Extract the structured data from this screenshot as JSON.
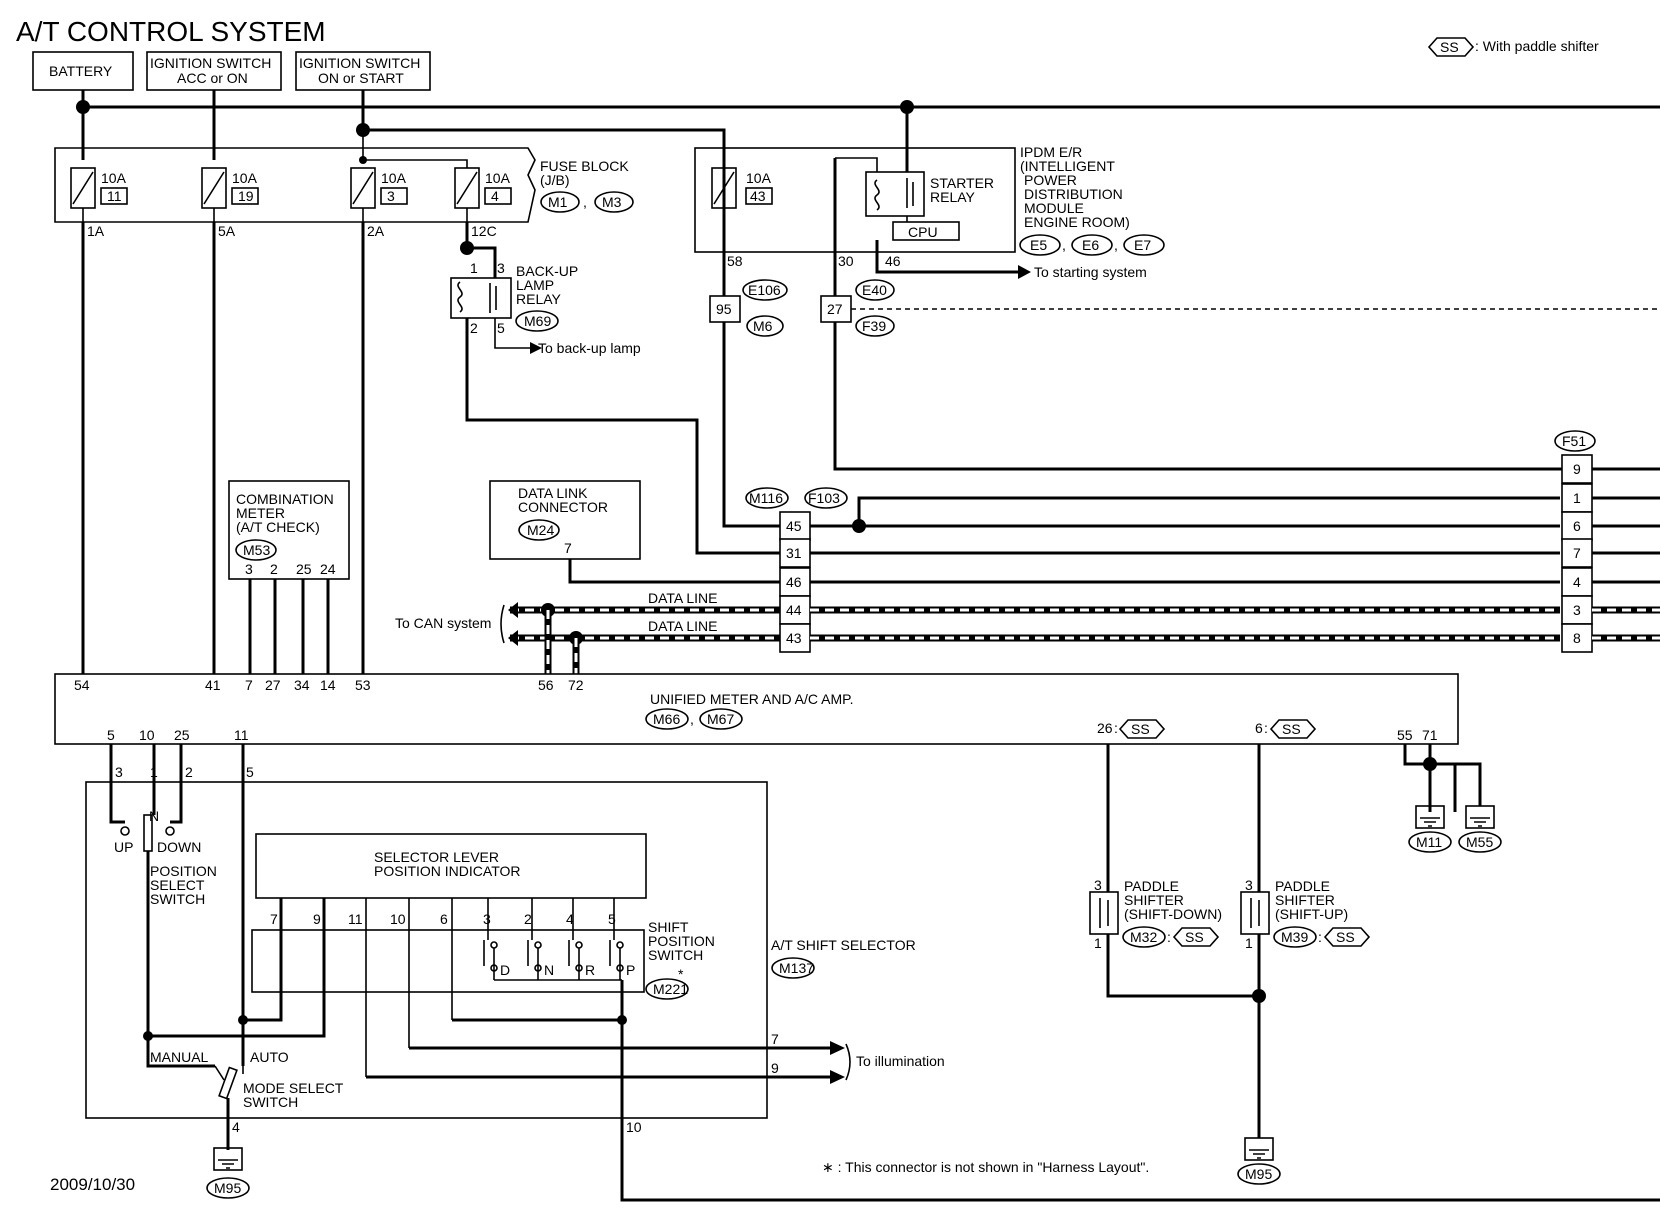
{
  "title": "A/T CONTROL SYSTEM",
  "legend": {
    "tag": "SS",
    "text": ": With paddle shifter"
  },
  "sources": {
    "battery": "BATTERY",
    "ign_acc_l1": "IGNITION SWITCH",
    "ign_acc_l2": "ACC or ON",
    "ign_on_l1": "IGNITION SWITCH",
    "ign_on_l2": "ON or START"
  },
  "fuse_block": {
    "l1": "FUSE BLOCK",
    "l2": "(J/B)",
    "conn1": "M1",
    "conn2": "M3",
    "fuses": [
      {
        "amp": "10A",
        "num": "11",
        "out": "1A"
      },
      {
        "amp": "10A",
        "num": "19",
        "out": "5A"
      },
      {
        "amp": "10A",
        "num": "3",
        "out": "2A"
      },
      {
        "amp": "10A",
        "num": "4",
        "out": "12C"
      }
    ]
  },
  "ipdm": {
    "l1": "IPDM E/R",
    "l2": "(INTELLIGENT",
    "l3": "POWER",
    "l4": "DISTRIBUTION",
    "l5": "MODULE",
    "l6": "ENGINE ROOM)",
    "fuse_amp": "10A",
    "fuse_num": "43",
    "relay_l1": "STARTER",
    "relay_l2": "RELAY",
    "cpu": "CPU",
    "conn1": "E5",
    "conn2": "E6",
    "conn3": "E7",
    "pin_58": "58",
    "pin_30": "30",
    "pin_46": "46",
    "to_starting": "To starting system"
  },
  "backup_relay": {
    "l1": "BACK-UP",
    "l2": "LAMP",
    "l3": "RELAY",
    "conn": "M69",
    "p1": "1",
    "p2": "2",
    "p3": "3",
    "p5": "5",
    "to_lamp": "To back-up lamp"
  },
  "joints": {
    "e106": "E106",
    "m6": "M6",
    "pin95": "95",
    "e40": "E40",
    "f39": "F39",
    "pin27": "27",
    "m116": "M116",
    "f103": "F103",
    "f51": "F51",
    "left_pins": [
      "45",
      "31",
      "46",
      "44",
      "43"
    ],
    "right_pins": [
      "9",
      "1",
      "6",
      "7",
      "4",
      "3",
      "8"
    ]
  },
  "combination_meter": {
    "l1": "COMBINATION",
    "l2": "METER",
    "l3": "(A/T CHECK)",
    "conn": "M53",
    "pins": [
      "3",
      "2",
      "25",
      "24"
    ]
  },
  "dlc": {
    "l1": "DATA LINK",
    "l2": "CONNECTOR",
    "conn": "M24",
    "pin": "7"
  },
  "can": {
    "to_can": "To CAN system",
    "data_line_1": "DATA LINE",
    "data_line_2": "DATA LINE"
  },
  "unified_meter": {
    "l1": "UNIFIED METER AND A/C AMP.",
    "conn1": "M66",
    "conn2": "M67",
    "top_pins": [
      "54",
      "41",
      "7",
      "27",
      "34",
      "14",
      "53",
      "56",
      "72"
    ],
    "bottom_pins": [
      "5",
      "10",
      "25",
      "11"
    ],
    "pin_26": "26",
    "pin_6": "6",
    "pin_55": "55",
    "pin_71": "71"
  },
  "grounds": {
    "m11": "M11",
    "m55": "M55",
    "m95a": "M95",
    "m95b": "M95"
  },
  "paddle_down": {
    "l1": "PADDLE",
    "l2": "SHIFTER",
    "l3": "(SHIFT-DOWN)",
    "conn": "M32",
    "p3": "3",
    "p1": "1"
  },
  "paddle_up": {
    "l1": "PADDLE",
    "l2": "SHIFTER",
    "l3": "(SHIFT-UP)",
    "conn": "M39",
    "p3": "3",
    "p1": "1"
  },
  "selector": {
    "label": "A/T SHIFT SELECTOR",
    "conn": "M137",
    "top_pins": [
      "3",
      "1",
      "2",
      "5"
    ],
    "pos_switch_l1": "POSITION",
    "pos_switch_l2": "SELECT",
    "pos_switch_l3": "SWITCH",
    "up": "UP",
    "n": "N",
    "down": "DOWN",
    "indicator_l1": "SELECTOR LEVER",
    "indicator_l2": "POSITION INDICATOR",
    "ind_pins": [
      "7",
      "9",
      "11",
      "10",
      "6",
      "3",
      "2",
      "4",
      "5"
    ],
    "shift_sw_l1": "SHIFT",
    "shift_sw_l2": "POSITION",
    "shift_sw_l3": "SWITCH",
    "shift_conn": "M221",
    "star": "*",
    "positions": [
      "D",
      "N",
      "R",
      "P"
    ],
    "manual": "MANUAL",
    "auto": "AUTO",
    "mode_l1": "MODE SELECT",
    "mode_l2": "SWITCH",
    "pin4": "4",
    "out7": "7",
    "out9": "9",
    "out10": "10",
    "to_illum": "To illumination"
  },
  "footnote": "∗ : This connector is not shown in \"Harness Layout\".",
  "date": "2009/10/30"
}
